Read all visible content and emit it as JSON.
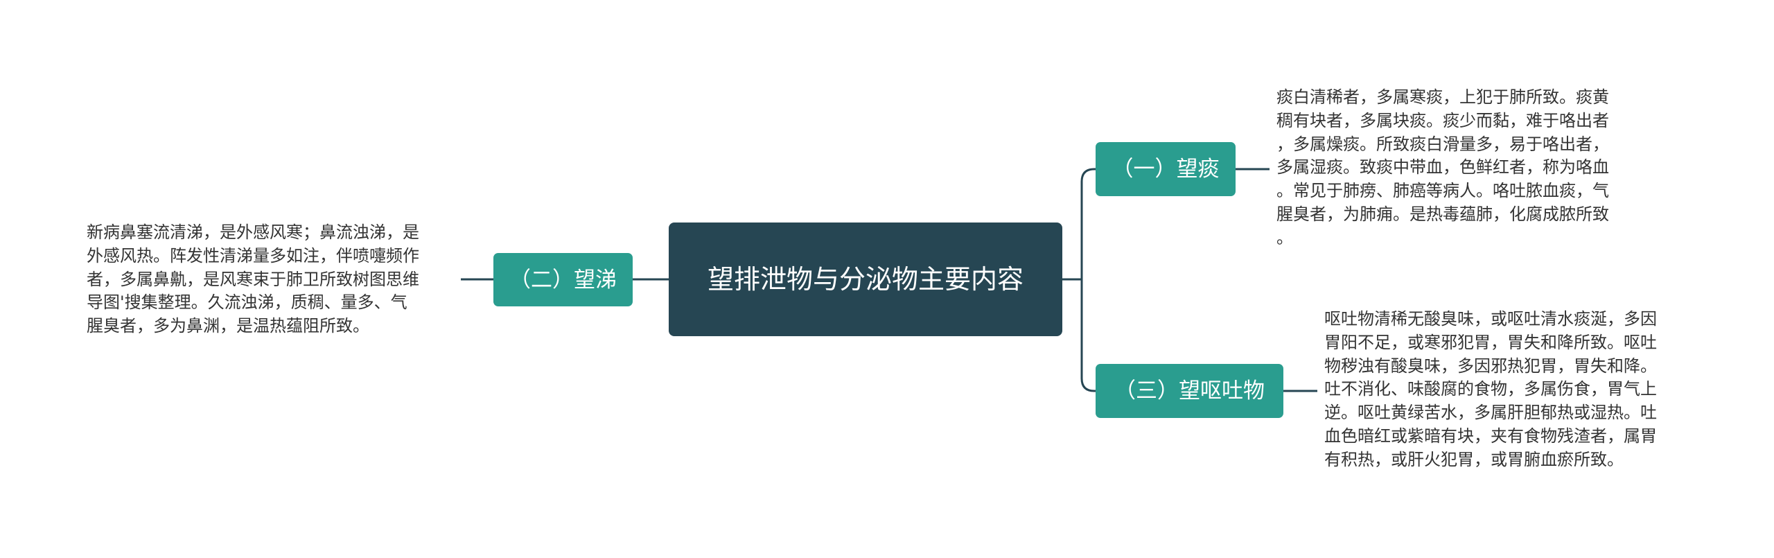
{
  "mindmap": {
    "root": {
      "title": "望排泄物与分泌物主要内容"
    },
    "branches": {
      "tan": {
        "label": "（一）望痰",
        "detail": "痰白清稀者，多属寒痰，上犯于肺所致。痰黄\n稠有块者，多属块痰。痰少而黏，难于咯出者\n，多属燥痰。所致痰白滑量多，易于咯出者，\n多属湿痰。致痰中带血，色鲜红者，称为咯血\n。常见于肺痨、肺癌等病人。咯吐脓血痰，气\n腥臭者，为肺痈。是热毒蕴肺，化腐成脓所致\n。"
      },
      "ti": {
        "label": "（二）望涕",
        "detail": "新病鼻塞流清涕，是外感风寒；鼻流浊涕，是\n外感风热。阵发性清涕量多如注，伴喷嚏频作\n者，多属鼻鼽，是风寒束于肺卫所致树图思维\n导图'搜集整理。久流浊涕，质稠、量多、气\n腥臭者，多为鼻渊，是温热蕴阻所致。"
      },
      "outu": {
        "label": "（三）望呕吐物",
        "detail": "呕吐物清稀无酸臭味，或呕吐清水痰涎，多因\n胃阳不足，或寒邪犯胃，胃失和降所致。呕吐\n物秽浊有酸臭味，多因邪热犯胃，胃失和降。\n吐不消化、味酸腐的食物，多属伤食，胃气上\n逆。呕吐黄绿苦水，多属肝胆郁热或湿热。吐\n血色暗红或紫暗有块，夹有食物残渣者，属胃\n有积热，或肝火犯胃，或胃腑血瘀所致。"
      }
    },
    "colors": {
      "root_fill": "#264653",
      "branch_fill": "#2a9d8f",
      "connector": "#264653",
      "leaf_text": "#333333"
    }
  }
}
